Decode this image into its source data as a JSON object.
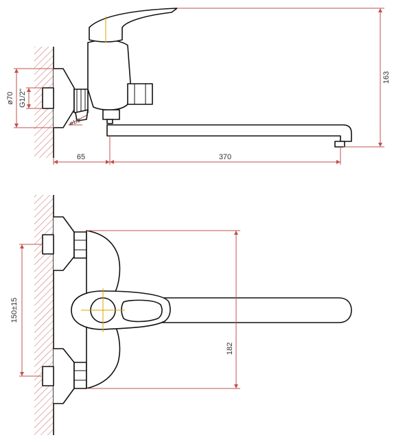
{
  "colors": {
    "outline": "#111111",
    "dimension": "#c0504d",
    "centerline": "#d9a400",
    "wall_hatch": "#c0504d",
    "background": "#ffffff"
  },
  "top_view": {
    "dim_wall_offset": "65",
    "dim_spout_length": "370",
    "dim_height": "163",
    "dim_flange": "ø70",
    "dim_thread": "G1/2\"",
    "dim_eccentric": "ø1/2"
  },
  "bottom_view": {
    "dim_inlet_spacing": "150±15",
    "dim_overall": "182"
  }
}
